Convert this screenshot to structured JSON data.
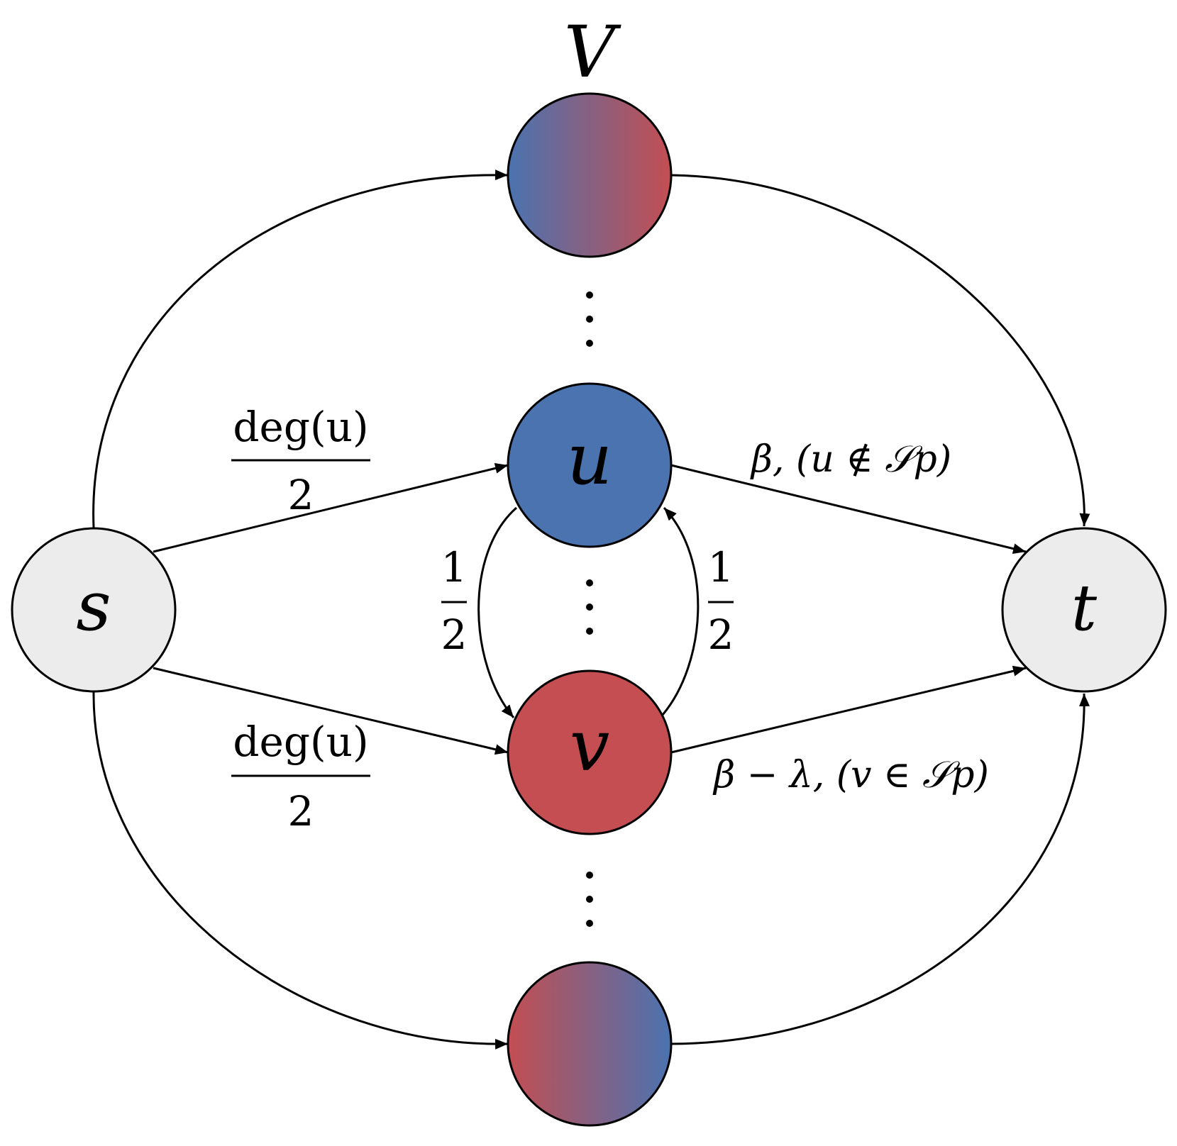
{
  "diagram": {
    "set_label": "V",
    "nodes": {
      "s": "s",
      "t": "t",
      "u": "u",
      "v": "v"
    },
    "edge_labels": {
      "s_to_u_num": "deg(u)",
      "s_to_u_den": "2",
      "s_to_v_num": "deg(u)",
      "s_to_v_den": "2",
      "u_to_v_num": "1",
      "u_to_v_den": "2",
      "v_to_u_num": "1",
      "v_to_u_den": "2",
      "u_to_t": "β, (u ∉ 𝒮p)",
      "v_to_t": "β − λ, (v ∈ 𝒮p)"
    },
    "colors": {
      "blue": "#4a73b0",
      "red": "#c44e52",
      "terminal_fill": "#ececec"
    }
  }
}
